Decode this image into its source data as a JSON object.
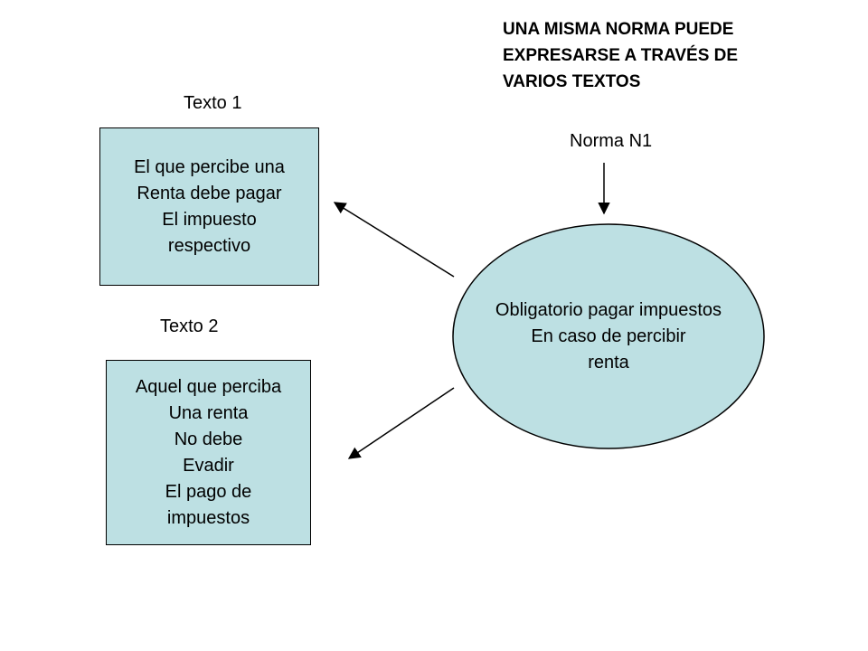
{
  "heading": {
    "lines": [
      "UNA MISMA NORMA PUEDE",
      "EXPRESARSE A TRAVÉS DE",
      "VARIOS TEXTOS"
    ]
  },
  "texto1": {
    "label": "Texto 1",
    "lines": [
      "El que percibe una",
      "Renta debe pagar",
      "El impuesto",
      "respectivo"
    ]
  },
  "texto2": {
    "label": "Texto 2",
    "lines": [
      "Aquel que perciba",
      "Una renta",
      "No debe",
      "Evadir",
      "El pago de",
      "impuestos"
    ]
  },
  "norma": {
    "label": "Norma N1",
    "lines": [
      "Obligatorio pagar impuestos",
      "En caso de percibir",
      "renta"
    ]
  },
  "colors": {
    "fill": "#bde0e3",
    "stroke": "#000000"
  }
}
